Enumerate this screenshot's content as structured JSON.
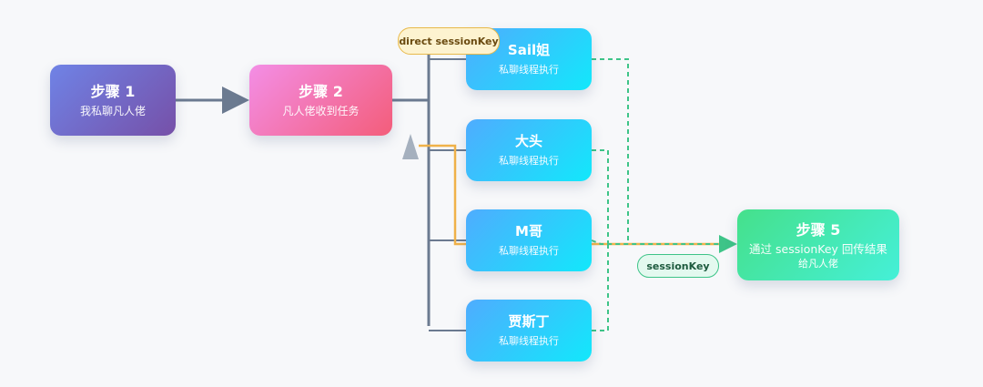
{
  "colors": {
    "connector": "#6b7a90",
    "direct_line": "#f0b24a",
    "return_line": "#3ec488"
  },
  "nodes": {
    "step1": {
      "title": "步骤 1",
      "subtitle": "我私聊凡人佬"
    },
    "step2": {
      "title": "步骤 2",
      "subtitle": "凡人佬收到任务"
    },
    "workers": [
      {
        "title": "Sail姐",
        "subtitle": "私聊线程执行"
      },
      {
        "title": "大头",
        "subtitle": "私聊线程执行"
      },
      {
        "title": "M哥",
        "subtitle": "私聊线程执行"
      },
      {
        "title": "贾斯丁",
        "subtitle": "私聊线程执行"
      }
    ],
    "step5": {
      "title": "步骤 5",
      "subtitle": "通过 sessionKey 回传结果",
      "subtitle2": "给凡人佬"
    }
  },
  "labels": {
    "direct": "direct sessionKey",
    "session_key": "sessionKey"
  }
}
